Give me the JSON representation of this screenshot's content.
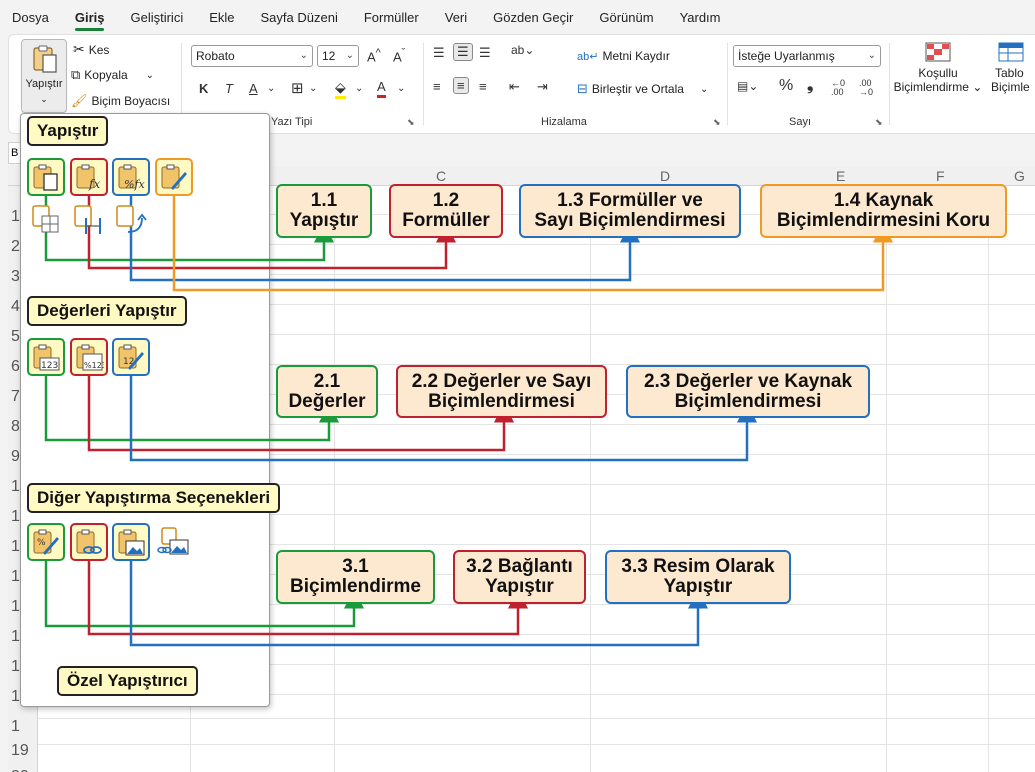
{
  "menu": {
    "items": [
      "Dosya",
      "Giriş",
      "Geliştirici",
      "Ekle",
      "Sayfa Düzeni",
      "Formüller",
      "Veri",
      "Gözden Geçir",
      "Görünüm",
      "Yardım"
    ],
    "active": "Giriş"
  },
  "clipboard": {
    "paste_label": "Yapıştır",
    "cut_label": "Kes",
    "copy_label": "Kopyala",
    "format_painter_label": "Biçim Boyacısı"
  },
  "font": {
    "name": "Robato",
    "size": "12",
    "group_label": "Yazı Tipi",
    "bold": "K",
    "italic": "T",
    "underline": "A",
    "font_color_letter": "A"
  },
  "alignment": {
    "wrap_text": "Metni Kaydır",
    "merge_center": "Birleştir ve Ortala",
    "group_label": "Hizalama"
  },
  "number": {
    "format": "İsteğe Uyarlanmış",
    "group_label": "Sayı",
    "percent": "%",
    "comma": "❟"
  },
  "styles": {
    "conditional_line1": "Koşullu",
    "conditional_line2": "Biçimlendirme",
    "table_line1": "Tablo",
    "table_line2": "Biçimle"
  },
  "namebox": {
    "value": "B"
  },
  "sheet": {
    "columns": [
      "C",
      "D",
      "E",
      "F",
      "G"
    ],
    "rows": [
      "1",
      "2",
      "3",
      "4",
      "5",
      "6",
      "7",
      "8",
      "9",
      "1",
      "1",
      "1",
      "1",
      "1",
      "1",
      "1",
      "1",
      "1",
      "19",
      "20"
    ]
  },
  "panel": {
    "paste_heading": "Yapıştır",
    "values_heading": "Değerleri Yapıştır",
    "other_heading": "Diğer Yapıştırma Seçenekleri",
    "special_heading": "Özel Yapıştırıcı"
  },
  "callouts": {
    "c11": "1.1\nYapıştır",
    "c12": "1.2\nFormüller",
    "c13": "1.3 Formüller ve\nSayı Biçimlendirmesi",
    "c14": "1.4 Kaynak\nBiçimlendirmesini Koru",
    "c21": "2.1\nDeğerler",
    "c22": "2.2 Değerler ve Sayı\nBiçimlendirmesi",
    "c23": "2.3 Değerler ve Kaynak\nBiçimlendirmesi",
    "c31": "3.1\nBiçimlendirme",
    "c32": "3.2 Bağlantı\nYapıştır",
    "c33": "3.3 Resim Olarak\nYapıştır"
  },
  "icon_text": {
    "fx": "fx",
    "pct_fx": "%fx",
    "v123": "123",
    "pct123": "%123",
    "v12": "12"
  },
  "colors": {
    "green": "#1a9a3a",
    "red": "#c0212e",
    "blue": "#2370c0",
    "orange": "#f09a26",
    "callout_fill": "#fde8d0",
    "label_fill": "#fff9c4"
  }
}
